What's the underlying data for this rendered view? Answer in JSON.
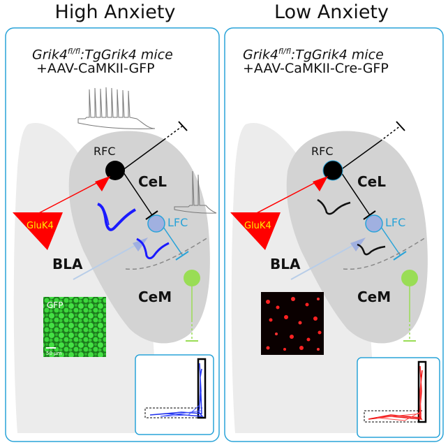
{
  "panels": [
    {
      "heading": "High Anxiety",
      "mouse_line_a": "Grik4",
      "mouse_line_sup": "fl/fl",
      "mouse_line_b": ":TgGrik4 mice",
      "virus": "+AAV-CaMKII-GFP",
      "labels": {
        "rfc": "RFC",
        "cel": "CeL",
        "lfc": "LFC",
        "cem": "CeM",
        "bla": "BLA",
        "gluk4": "GluK4",
        "gfp": "GFP",
        "scale": "50 µm"
      },
      "colors": {
        "bla": "#ff0000",
        "trace": "#1a1aff",
        "inset_track": "#2233ee",
        "micrograph": "#33dd33"
      }
    },
    {
      "heading": "Low Anxiety",
      "mouse_line_a": "Grik4",
      "mouse_line_sup": "fl/fl",
      "mouse_line_b": ":TgGrik4 mice",
      "virus": "+AAV-CaMKII-Cre-GFP",
      "labels": {
        "rfc": "RFC",
        "cel": "CeL",
        "lfc": "LFC",
        "cem": "CeM",
        "bla": "BLA",
        "gluk4": "GluK4"
      },
      "colors": {
        "bla": "#ff0000",
        "trace": "#111111",
        "inset_track": "#ee1111",
        "micrograph": "#ff2222"
      }
    }
  ],
  "colors": {
    "frame": "#29a3d8",
    "cel_region": "#d3d3d3",
    "bla_region": "#ececec",
    "rfc_neuron": "#000000",
    "lfc_neuron": "#a0b0e0",
    "lfc_line": "#29a3d8",
    "cem_neuron": "#99dd55"
  }
}
